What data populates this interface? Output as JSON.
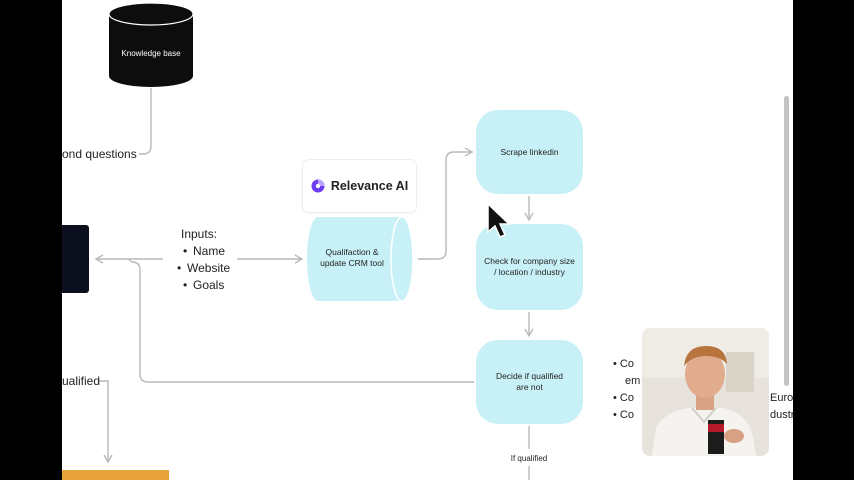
{
  "nodes": {
    "knowledge_base": "Knowledge base",
    "relevance_brand": "Relevance AI",
    "crm_tool": "Qualifaction & update CRM tool",
    "scrape": "Scrape linkedin",
    "check": "Check for company size / location / industry",
    "decide": "Decide if qualified are not"
  },
  "labels": {
    "questions_partial": "ond questions",
    "inputs_title": "Inputs:",
    "inputs_items": [
      "Name",
      "Website",
      "Goals"
    ],
    "qualified_partial": "ualified",
    "if_qualified": "If qualified"
  },
  "partial_bullets": [
    "Co",
    "em",
    "Co",
    "Co"
  ],
  "partial_right": [
    "Euro",
    "dustr"
  ],
  "colors": {
    "pill_fill": "#c8f1f7",
    "cylinder_dark": "#0d0d0d",
    "edge": "#b9b9b9",
    "orange": "#e8a33b",
    "brand_purple": "#6e3df2"
  }
}
